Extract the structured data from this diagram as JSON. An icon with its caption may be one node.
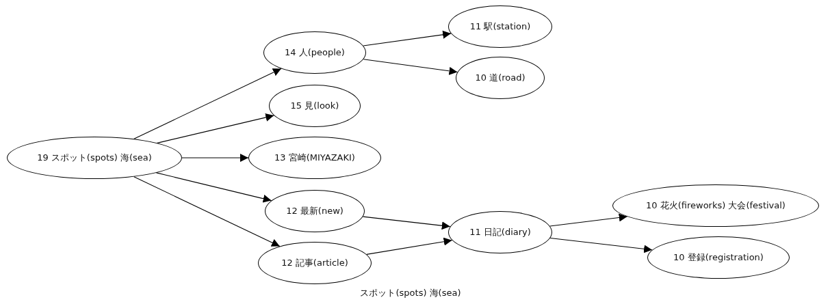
{
  "diagram": {
    "caption": "スポット(spots) 海(sea)",
    "nodes": [
      {
        "text": [
          "19 スポット(spots) 海(sea)"
        ]
      },
      {
        "text": [
          "14 人(people)"
        ]
      },
      {
        "text": [
          "15 見(look)"
        ]
      },
      {
        "text": [
          "13 宮崎(MIYAZAKI)"
        ]
      },
      {
        "text": [
          "12 最新(new)"
        ]
      },
      {
        "text": [
          "12 記事(article)"
        ]
      },
      {
        "text": [
          "11 駅(station)"
        ]
      },
      {
        "text": [
          "10 道(road)"
        ]
      },
      {
        "text": [
          "11 日記(diary)"
        ]
      },
      {
        "text": [
          "10 花火(fireworks) 大会(festival)"
        ]
      },
      {
        "text": [
          "10 登録(registration)"
        ]
      }
    ],
    "edges": [
      {
        "from": 0,
        "to": 1,
        "arrow": "to"
      },
      {
        "from": 0,
        "to": 2,
        "arrow": "to"
      },
      {
        "from": 0,
        "to": 3,
        "arrow": "to"
      },
      {
        "from": 0,
        "to": 4,
        "arrow": "to"
      },
      {
        "from": 0,
        "to": 5,
        "arrow": "to"
      },
      {
        "from": 1,
        "to": 6,
        "arrow": "to"
      },
      {
        "from": 1,
        "to": 7,
        "arrow": "to"
      },
      {
        "from": 4,
        "to": 8,
        "arrow": "to"
      },
      {
        "from": 5,
        "to": 8,
        "arrow": "to"
      },
      {
        "from": 8,
        "to": 9,
        "arrow": "to"
      },
      {
        "from": 8,
        "to": 10,
        "arrow": "to"
      }
    ]
  }
}
